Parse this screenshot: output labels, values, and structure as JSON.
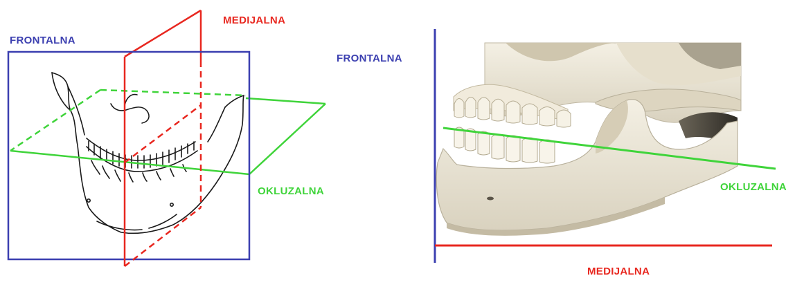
{
  "labels": {
    "medial_left": "MEDIJALNA",
    "frontal_left": "FRONTALNA",
    "occlusal_left": "OKLUZALNA",
    "frontal_right": "FRONTALNA",
    "occlusal_right": "OKLUZALNA",
    "medial_right": "MEDIJALNA"
  },
  "colors": {
    "frontal": "#3b3fb0",
    "medial": "#e8271f",
    "occlusal": "#3fd43a",
    "bone": "#ece6d6",
    "sketch": "#1a1a1a"
  },
  "icons": {
    "left": "mandible-sketch-planes",
    "right": "skull-photo-planes"
  }
}
